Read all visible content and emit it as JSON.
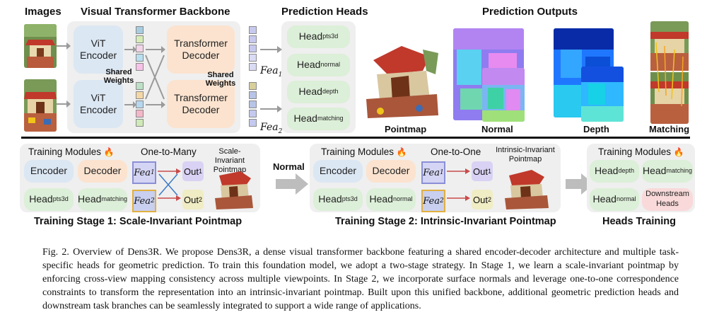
{
  "top": {
    "images_title": "Images",
    "backbone_title": "Visual Transformer Backbone",
    "heads_title": "Prediction Heads",
    "outputs_title": "Prediction Outputs",
    "vit_encoder": "ViT Encoder",
    "transformer_decoder": "Transformer Decoder",
    "shared_weights": "Shared Weights",
    "heads": [
      {
        "name": "Head",
        "sub": "pts3d"
      },
      {
        "name": "Head",
        "sub": "normal"
      },
      {
        "name": "Head",
        "sub": "depth"
      },
      {
        "name": "Head",
        "sub": "matching"
      }
    ],
    "fea1": "Fea",
    "fea1_sub": "1",
    "fea2": "Fea",
    "fea2_sub": "2",
    "output_labels": [
      "Pointmap",
      "Normal",
      "Depth",
      "Matching"
    ]
  },
  "stage1": {
    "training_modules": "Training Modules",
    "fire": "🔥",
    "one_to_many": "One-to-Many",
    "pointmap_label": "Scale-Invariant Pointmap",
    "encoder": "Encoder",
    "decoder": "Decoder",
    "head_a": "Head",
    "head_a_sub": "pts3d",
    "head_b": "Head",
    "head_b_sub": "matching",
    "fea": "Fea",
    "fea_sub1": "1",
    "fea_sub2": "2",
    "out": "Out",
    "out_sub1": "1",
    "out_sub2": "2",
    "title": "Training Stage 1: Scale-Invariant Pointmap"
  },
  "arrow_label": "Normal",
  "stage2": {
    "training_modules": "Training Modules",
    "fire": "🔥",
    "one_to_one": "One-to-One",
    "pointmap_label": "Intrinsic-Invariant Pointmap",
    "encoder": "Encoder",
    "decoder": "Decoder",
    "head_a": "Head",
    "head_a_sub": "pts3d",
    "head_b": "Head",
    "head_b_sub": "normal",
    "fea": "Fea",
    "fea_sub1": "1",
    "fea_sub2": "2",
    "out": "Out",
    "out_sub1": "1",
    "out_sub2": "2",
    "title": "Training Stage 2: Intrinsic-Invariant Pointmap"
  },
  "heads_training": {
    "training_modules": "Training Modules",
    "fire": "🔥",
    "head_depth": "Head",
    "head_depth_sub": "depth",
    "head_matching": "Head",
    "head_matching_sub": "matching",
    "head_normal": "Head",
    "head_normal_sub": "normal",
    "downstream": "Downstream Heads",
    "title": "Heads Training"
  },
  "caption": "Fig. 2. Overview of Dens3R. We propose Dens3R, a dense visual transformer backbone featuring a shared encoder-decoder architecture and multiple task-specific heads for geometric prediction. To train this foundation model, we adopt a two-stage strategy. In Stage 1, we learn a scale-invariant pointmap by enforcing cross-view mapping consistency across multiple viewpoints. In Stage 2, we incorporate surface normals and leverage one-to-one correspondence constraints to transform the representation into an intrinsic-invariant pointmap. Built upon this unified backbone, additional geometric prediction heads and downstream task branches can be seamlessly integrated to support a wide range of applications."
}
